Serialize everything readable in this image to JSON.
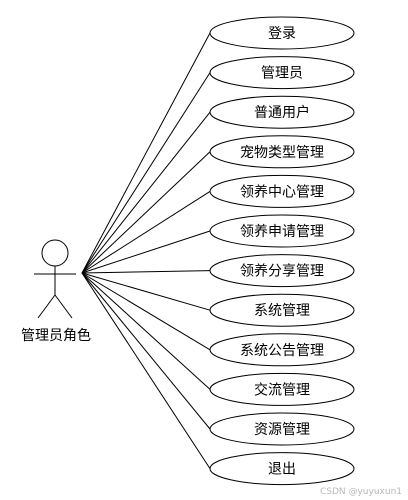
{
  "actor": {
    "label": "管理员角色"
  },
  "use_cases": [
    {
      "label": "登录"
    },
    {
      "label": "管理员"
    },
    {
      "label": "普通用户"
    },
    {
      "label": "宠物类型管理"
    },
    {
      "label": "领养中心管理"
    },
    {
      "label": "领养申请管理"
    },
    {
      "label": "领养分享管理"
    },
    {
      "label": "系统管理"
    },
    {
      "label": "系统公告管理"
    },
    {
      "label": "交流管理"
    },
    {
      "label": "资源管理"
    },
    {
      "label": "退出"
    }
  ],
  "watermark": "CSDN @yuyuxun1"
}
